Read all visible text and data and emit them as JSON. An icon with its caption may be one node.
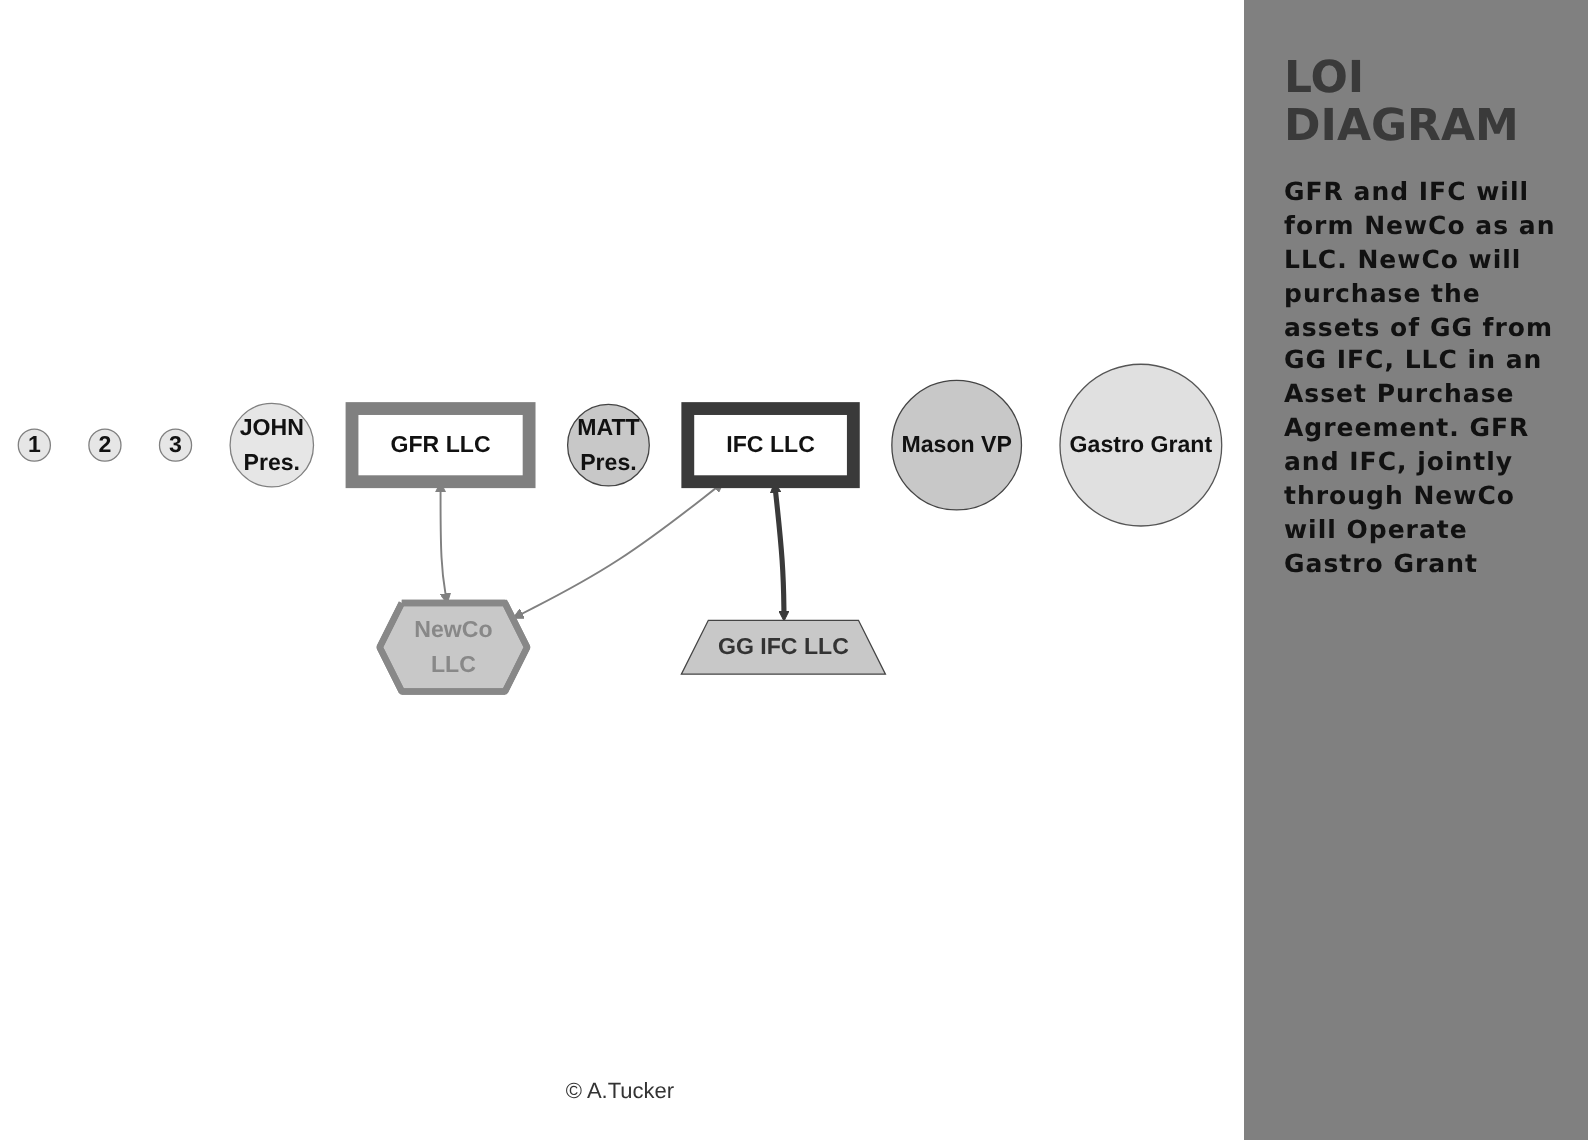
{
  "diagram": {
    "title": "LOI DIAGRAM",
    "caption": "© A.Tucker",
    "nodes": [
      {
        "text": [
          "1"
        ]
      },
      {
        "text": [
          "2"
        ]
      },
      {
        "text": [
          "3"
        ]
      },
      {
        "text": [
          "JOHN",
          "Pres."
        ]
      },
      {
        "text": [
          "GFR LLC"
        ]
      },
      {
        "text": [
          "MATT",
          "Pres."
        ]
      },
      {
        "text": [
          "IFC LLC"
        ]
      },
      {
        "text": [
          "Mason VP"
        ]
      },
      {
        "text": [
          "GG IFC LLC"
        ]
      },
      {
        "text": [
          "Gastro Grant"
        ]
      },
      {
        "text": [
          "NewCo",
          "LLC"
        ]
      }
    ],
    "edges": [
      {
        "from": 4,
        "to": 10,
        "arrow": "both"
      },
      {
        "from": 6,
        "to": 10,
        "arrow": "both"
      },
      {
        "from": 6,
        "to": 8,
        "arrow": "both",
        "style": "thick",
        "color": "#3a3a3a"
      }
    ],
    "labels": [
      "GFR and IFC will form NewCo as an LLC.  NewCo will purchase the assets of GG from GG IFC, LLC in an Asset Purchase Agreement. GFR and IFC, jointly through NewCo will Operate Gastro Grant"
    ]
  }
}
